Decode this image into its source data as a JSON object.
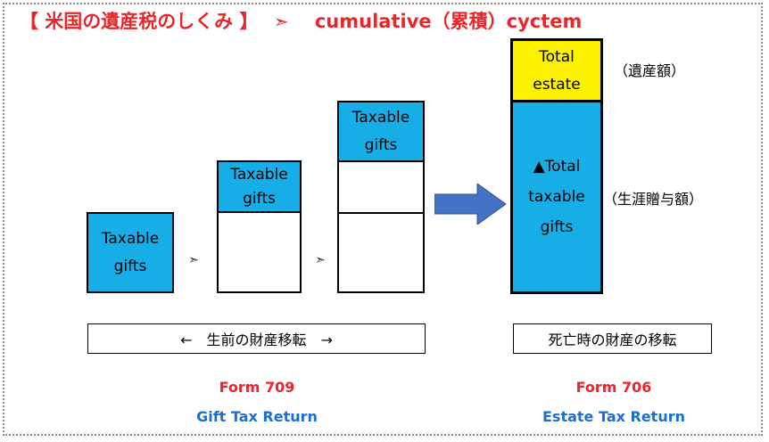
{
  "title": {
    "left": "【 米国の遺産税のしくみ 】",
    "arrow": "➣",
    "right": "cumulative（累積）cyctem"
  },
  "boxes": {
    "gift1": "Taxable\ngifts",
    "gift2": "Taxable\ngifts",
    "gift3": "Taxable\ngifts",
    "total_estate": "Total\nestate",
    "total_taxable": "▲Total\ntaxable\ngifts"
  },
  "separators": {
    "sep1": "➣",
    "sep2": "➣"
  },
  "labels": {
    "estate_amount": "（遺産額）",
    "lifetime_gifts": "（生涯贈与額）"
  },
  "bars": {
    "lifetime": "←　生前の財産移転　→",
    "death": "死亡時の財産の移転"
  },
  "forms": {
    "left_number": "Form 709",
    "left_name": "Gift Tax Return",
    "right_number": "Form 706",
    "right_name": "Estate Tax Return"
  },
  "colors": {
    "title_red": "#e8262b",
    "box_blue": "#17aee8",
    "box_yellow": "#fdf100",
    "arrow_blue": "#4472c4",
    "form_blue": "#1a6fd0"
  }
}
